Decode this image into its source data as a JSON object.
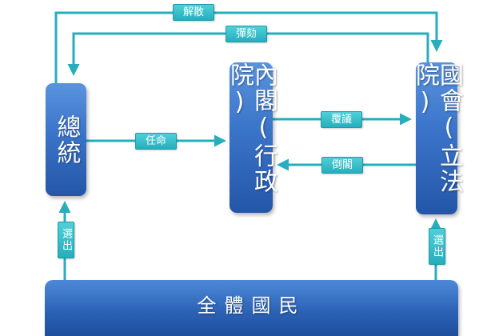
{
  "nodes": {
    "president": "總統",
    "cabinet": "內閣(行政院)",
    "congress": "國會(立法院)",
    "people": "全體國民"
  },
  "edges": {
    "dissolve": "解散",
    "impeach": "彈劾",
    "appoint": "任命",
    "reconsider": "覆議",
    "no_confidence": "倒閣",
    "elect_left": "選出",
    "elect_right": "選出"
  },
  "colors": {
    "box": "#3a74c9",
    "label": "#26aebd",
    "arrow": "#26aebd"
  }
}
